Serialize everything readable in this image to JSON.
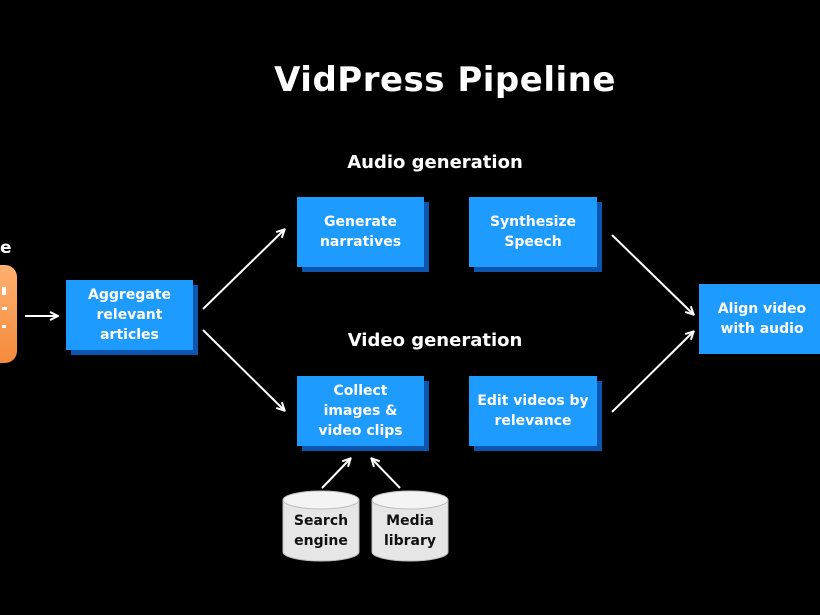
{
  "title": "VidPress Pipeline",
  "sections": {
    "audio": "Audio generation",
    "video": "Video generation"
  },
  "cut_off_label": "e",
  "nodes": {
    "aggregate": "Aggregate relevant articles",
    "generate_narratives": "Generate narratives",
    "synthesize_speech": "Synthesize Speech",
    "collect_images": "Collect images & video clips",
    "edit_videos": "Edit videos by relevance",
    "align_video": "Align video with audio"
  },
  "data_sources": {
    "search_engine": "Search engine",
    "media_library": "Media library"
  },
  "colors": {
    "background": "#000000",
    "box": "#1e9bff",
    "box_shadow": "#0d56b0",
    "input": "#f58a3c",
    "database": "#e6e6e6"
  }
}
